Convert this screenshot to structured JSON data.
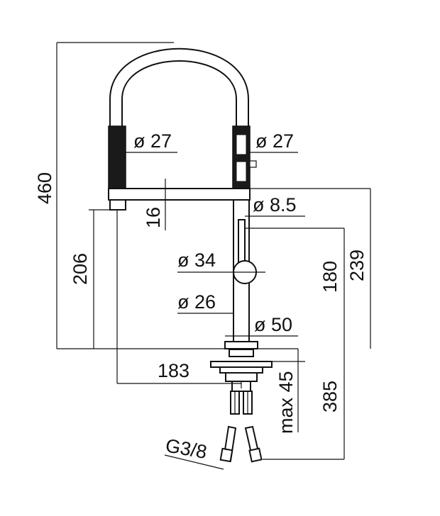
{
  "dimensions": {
    "d27_left": "ø 27",
    "d27_right": "ø 27",
    "d8_5": "ø 8.5",
    "d34": "ø 34",
    "d26": "ø 26",
    "d50": "ø 50",
    "h460": "460",
    "h206": "206",
    "h16": "16",
    "h180": "180",
    "h239": "239",
    "w183": "183",
    "max45": "max 45",
    "h385": "385",
    "thread": "G3/8"
  }
}
